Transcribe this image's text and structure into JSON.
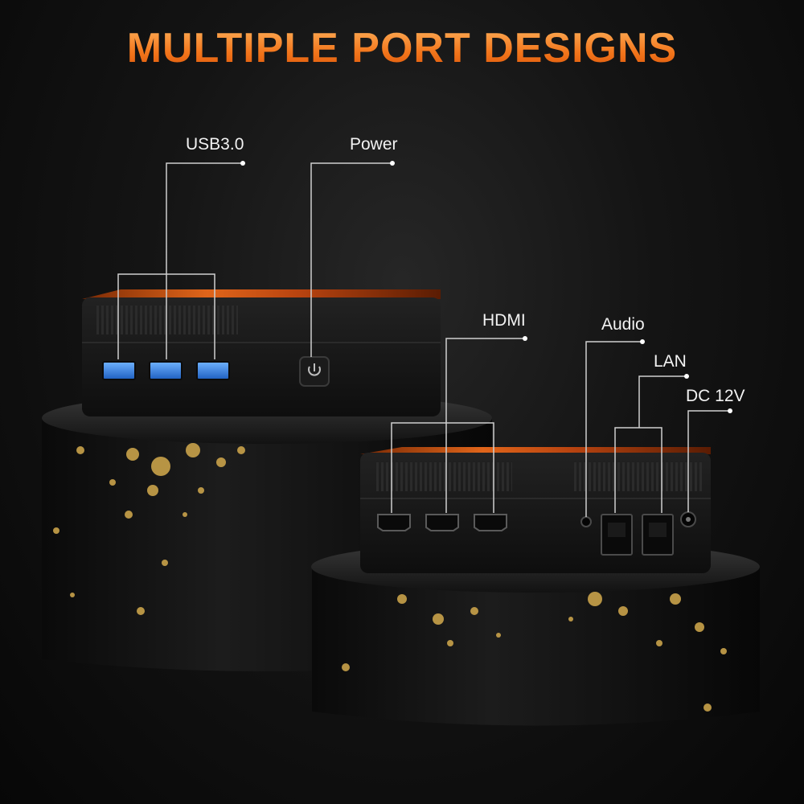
{
  "headline": "MULTIPLE PORT DESIGNS",
  "callouts": {
    "usb": "USB3.0",
    "power": "Power",
    "hdmi": "HDMI",
    "audio": "Audio",
    "lan": "LAN",
    "dc": "DC 12V"
  },
  "colors": {
    "accent": "#f2741a",
    "usb_port": "#2f7fe0",
    "gold": "#c9a24a",
    "device_body": "#151515"
  },
  "icons": [
    "power-icon"
  ]
}
